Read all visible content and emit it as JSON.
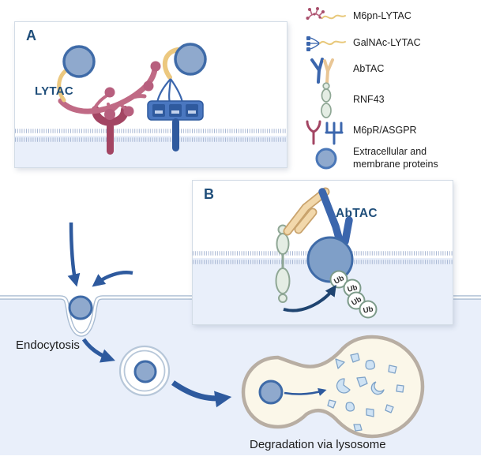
{
  "panelA": {
    "label": "A",
    "lytac_label": "LYTAC"
  },
  "panelB": {
    "label": "B",
    "abtac_label": "AbTAC",
    "ub_label": "Ub"
  },
  "legend": {
    "items": [
      {
        "label": "M6pn-LYTAC",
        "icon": "m6pn-lytac-icon"
      },
      {
        "label": "GalNAc-LYTAC",
        "icon": "galnac-lytac-icon"
      },
      {
        "label": "AbTAC",
        "icon": "abtac-icon"
      },
      {
        "label": "RNF43",
        "icon": "rnf43-icon"
      },
      {
        "label": "M6pR/ASGPR",
        "icon": "m6pr-asgpr-icon"
      },
      {
        "label": "Extracellular and membrane proteins",
        "icon": "extracellular-membrane-protein-icon"
      }
    ]
  },
  "process": {
    "endocytosis_label": "Endocytosis",
    "degradation_label": "Degradation via lysosome"
  },
  "colors": {
    "navy_label": "#1f4e7a",
    "arrow_navy": "#2e5a9e",
    "protein_fill": "#8fa9cd",
    "protein_border": "#3f6ba8",
    "lytac_pink": "#c06a85",
    "receptor_maroon": "#a34563",
    "receptor_blue": "#3b66ad",
    "linker_yellow": "#ecc87f",
    "antibody_tan": "#f2d8ab",
    "rnf43_green": "#e4ede4",
    "membrane_gray_blue": "#a9bcd2",
    "cytosol_blue": "#e9effa",
    "lysosome_fill": "#fbf7e9",
    "lysosome_border": "#b8aea3",
    "fragment_blue": "#cfe3f4"
  }
}
